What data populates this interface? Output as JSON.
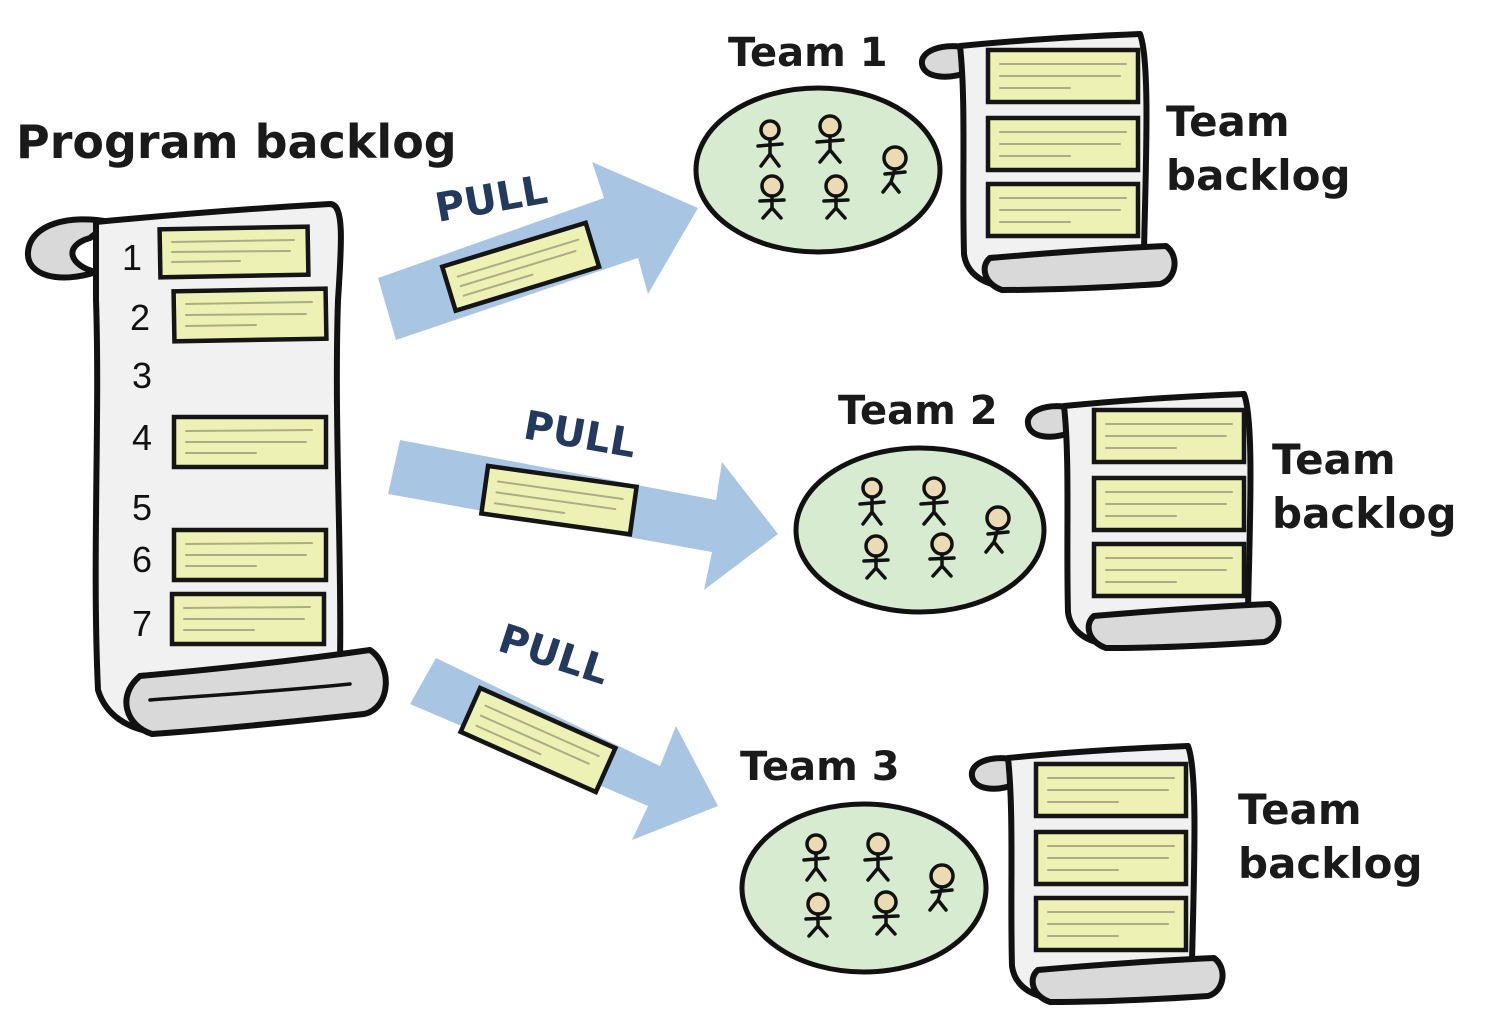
{
  "program": {
    "title": "Program backlog",
    "rows": [
      {
        "number": "1",
        "has_card": true
      },
      {
        "number": "2",
        "has_card": true
      },
      {
        "number": "3",
        "has_card": false
      },
      {
        "number": "4",
        "has_card": true
      },
      {
        "number": "5",
        "has_card": false
      },
      {
        "number": "6",
        "has_card": true
      },
      {
        "number": "7",
        "has_card": true
      }
    ]
  },
  "arrows": [
    {
      "label": "PULL"
    },
    {
      "label": "PULL"
    },
    {
      "label": "PULL"
    }
  ],
  "teams": [
    {
      "name": "Team 1",
      "backlog_label_line1": "Team",
      "backlog_label_line2": "backlog"
    },
    {
      "name": "Team 2",
      "backlog_label_line1": "Team",
      "backlog_label_line2": "backlog"
    },
    {
      "name": "Team 3",
      "backlog_label_line1": "Team",
      "backlog_label_line2": "backlog"
    }
  ],
  "colors": {
    "arrow": "#a9c5e4",
    "card": "#eef1b4",
    "team_oval": "#d6ebcf",
    "scroll": "#f1f1f1",
    "pull_text": "#233a5e"
  }
}
